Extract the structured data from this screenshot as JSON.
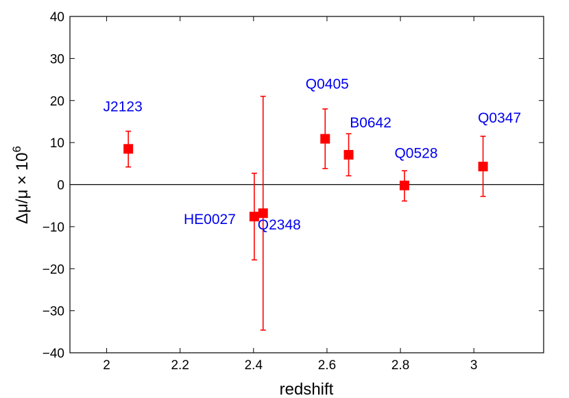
{
  "chart_data": {
    "type": "scatter",
    "xlabel": "redshift",
    "ylabel": "Δμ/μ × 10",
    "ylabel_exponent": "6",
    "xlim": [
      1.9,
      3.19
    ],
    "ylim": [
      -40,
      40
    ],
    "xticks": [
      {
        "value": 2,
        "label": "2"
      },
      {
        "value": 2.2,
        "label": "2.2"
      },
      {
        "value": 2.4,
        "label": "2.4"
      },
      {
        "value": 2.6,
        "label": "2.6"
      },
      {
        "value": 2.8,
        "label": "2.8"
      },
      {
        "value": 3,
        "label": "3"
      }
    ],
    "yticks": [
      {
        "value": 40,
        "label": "40"
      },
      {
        "value": 30,
        "label": "30"
      },
      {
        "value": 20,
        "label": "20"
      },
      {
        "value": 10,
        "label": "10"
      },
      {
        "value": 0,
        "label": "0"
      },
      {
        "value": -10,
        "label": "−10"
      },
      {
        "value": -20,
        "label": "−20"
      },
      {
        "value": -30,
        "label": "−30"
      },
      {
        "value": -40,
        "label": "−40"
      }
    ],
    "reference_line_y": 0,
    "marker_color": "#ff0000",
    "label_color": "#0000ee",
    "points": [
      {
        "name": "J2123",
        "x": 2.059,
        "y": 8.5,
        "err_low": 4.2,
        "err_high": 12.7
      },
      {
        "name": "HE0027",
        "x": 2.402,
        "y": -7.6,
        "err_low": -17.9,
        "err_high": 2.7
      },
      {
        "name": "Q2348",
        "x": 2.426,
        "y": -6.8,
        "err_low": -34.6,
        "err_high": 21.0
      },
      {
        "name": "Q0405",
        "x": 2.595,
        "y": 10.9,
        "err_low": 3.8,
        "err_high": 18.0
      },
      {
        "name": "B0642",
        "x": 2.659,
        "y": 7.1,
        "err_low": 2.1,
        "err_high": 12.1
      },
      {
        "name": "Q0528",
        "x": 2.811,
        "y": -0.2,
        "err_low": -3.9,
        "err_high": 3.3
      },
      {
        "name": "Q0347",
        "x": 3.025,
        "y": 4.3,
        "err_low": -2.8,
        "err_high": 11.5
      }
    ]
  }
}
